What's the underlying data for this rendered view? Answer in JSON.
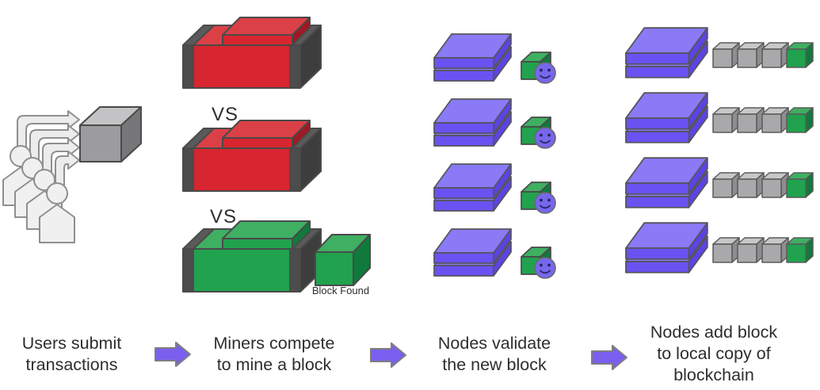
{
  "labels": {
    "vs_top": "VS",
    "vs_bottom": "VS",
    "block_found": "Block Found"
  },
  "flow": {
    "steps": [
      {
        "lines": [
          "Users submit",
          "transactions"
        ]
      },
      {
        "lines": [
          "Miners compete",
          "to mine a block"
        ]
      },
      {
        "lines": [
          "Nodes validate",
          "the new block"
        ]
      },
      {
        "lines": [
          "Nodes add block",
          "to local copy of",
          "blockchain"
        ]
      }
    ]
  },
  "figures": {
    "users_count": 4,
    "submit_arrows_count": 4,
    "miner_machines": [
      "red",
      "red",
      "green"
    ],
    "validating_node_rows": 4,
    "adding_node_rows": 4,
    "blockchain_cubes_per_row": [
      "gray",
      "gray",
      "gray",
      "green"
    ]
  },
  "icons": {
    "users": "people-with-curved-arrows",
    "transaction_block": "gray-3d-cube",
    "miner_machine": "3d-mining-rig-block",
    "found_block": "green-3d-cube",
    "node_ledger": "two-stacked-purple-slabs",
    "validated_block": "small-green-3d-cube",
    "node_face": "purple-smiley-circle",
    "blockchain": "row-of-four-cubes",
    "flow_arrow": "right-block-arrow"
  },
  "colors": {
    "background": "#FFFFFF",
    "text": "#2E2E2E",
    "arrow_purple": "#7A5FEF",
    "node_purple_top": "#8A7AF6",
    "node_purple_front": "#6A52F2",
    "node_purple_right": "#5C43E6",
    "miner_red_front": "#D7262F",
    "miner_red_top": "#DB4046",
    "miner_red_dark": "#9C1A23",
    "miner_green_front": "#21A24E",
    "miner_green_top": "#3FAF62",
    "miner_green_dark": "#107A3C",
    "machine_cap_dark": "#4C4C4C",
    "machine_strip_dark": "#5A5A5A",
    "machine_side_dark": "#3D3D3D",
    "cube_gray_front": "#A9A9AB",
    "cube_gray_top": "#C8C8CA",
    "cube_gray_right": "#8E8E90",
    "tx_cube_front": "#9C9C9E",
    "tx_cube_top": "#C4C4C6",
    "tx_cube_right": "#77777A",
    "people_fill": "#F0F0F0",
    "people_arrow_fill": "#ECECEC",
    "people_outline": "#8F8F8F",
    "smiley_purple": "#7667EC",
    "smiley_features": "#26255E",
    "outline_dark": "#4A4A4A"
  }
}
